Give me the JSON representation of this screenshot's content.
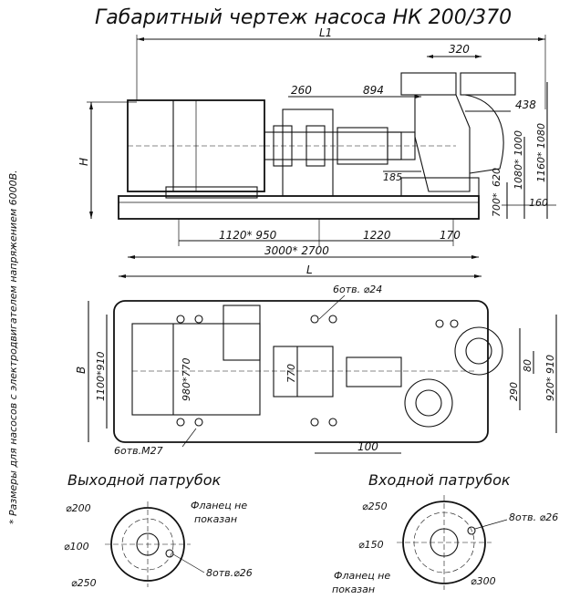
{
  "title": "Габаритный чертеж насоса НК 200/370",
  "side_note": "* Размеры для насосов с электродвигателем напряжением 6000В.",
  "side_view": {
    "label_L1": "L1",
    "label_H": "H",
    "dim_320": "320",
    "dim_260": "260",
    "dim_894": "894",
    "dim_438": "438",
    "dim_185": "185",
    "dim_620": "620",
    "dim_700": "700*",
    "dim_160": "160",
    "dim_1080a": "1080* 1000",
    "dim_1160": "1160* 1080",
    "dim_1120": "1120* 950",
    "dim_1220": "1220",
    "dim_170": "170",
    "dim_3000": "3000* 2700"
  },
  "plan_view": {
    "label_L": "L",
    "label_B": "B",
    "holes_top": "6отв. ⌀24",
    "holes_bottom": "6отв.М27",
    "dim_1100": "1100*910",
    "dim_980": "980*770",
    "dim_770": "770",
    "dim_290": "290",
    "dim_80": "80",
    "dim_920": "920* 910",
    "dim_100": "100"
  },
  "outlet": {
    "heading": "Выходной патрубок",
    "d200": "⌀200",
    "d100": "⌀100",
    "d250": "⌀250",
    "flange_note_1": "Фланец не",
    "flange_note_2": "показан",
    "holes": "8отв.⌀26"
  },
  "inlet": {
    "heading": "Входной патрубок",
    "d250": "⌀250",
    "d150": "⌀150",
    "d300": "⌀300",
    "flange_note_1": "Фланец не",
    "flange_note_2": "показан",
    "holes": "8отв. ⌀26"
  }
}
